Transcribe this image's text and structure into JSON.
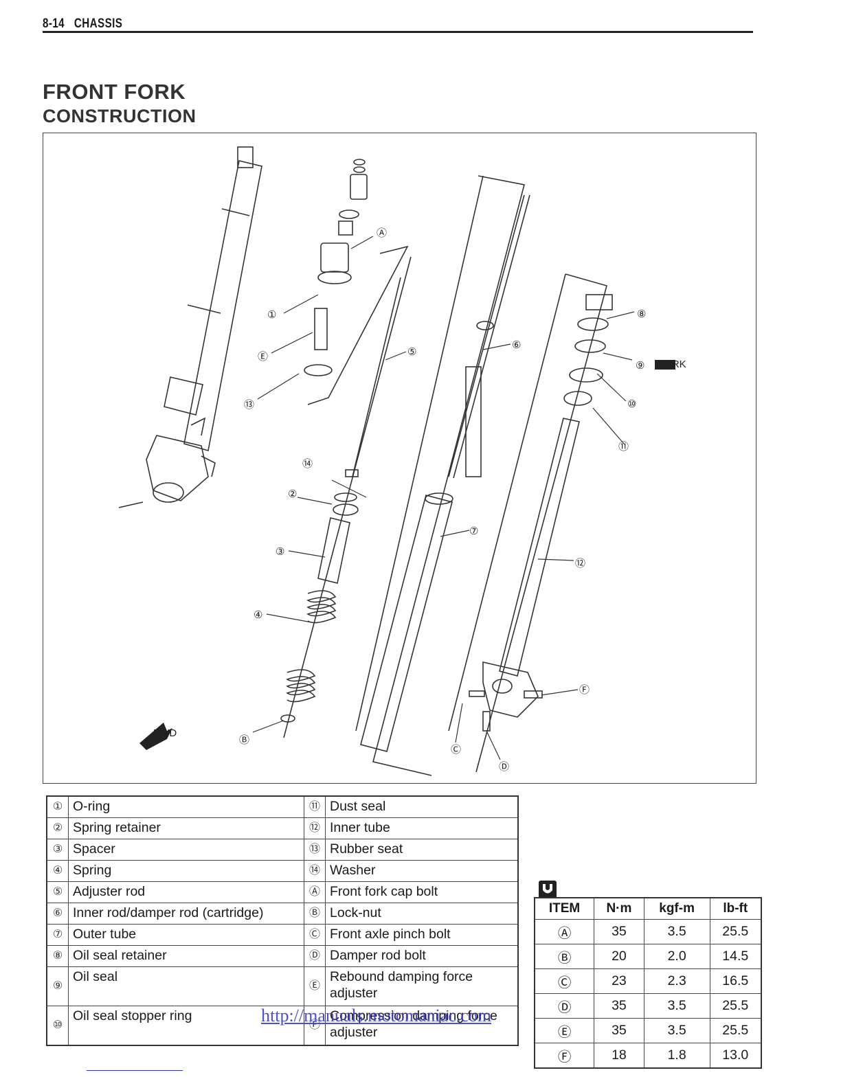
{
  "header": {
    "page": "8-14",
    "section": "CHASSIS"
  },
  "title": "FRONT FORK",
  "subtitle": "CONSTRUCTION",
  "diagram": {
    "callouts": [
      "①",
      "②",
      "③",
      "④",
      "⑤",
      "⑥",
      "⑦",
      "⑧",
      "⑨",
      "⑩",
      "⑪",
      "⑫",
      "⑬",
      "⑭",
      "Ⓐ",
      "Ⓑ",
      "Ⓒ",
      "Ⓓ",
      "Ⓔ",
      "Ⓕ"
    ],
    "fork_tag": "FORK",
    "fwd_tag": "FWD"
  },
  "parts": [
    {
      "n1": "①",
      "l1": "O-ring",
      "n2": "⑪",
      "l2": "Dust seal"
    },
    {
      "n1": "②",
      "l1": "Spring retainer",
      "n2": "⑫",
      "l2": "Inner tube"
    },
    {
      "n1": "③",
      "l1": "Spacer",
      "n2": "⑬",
      "l2": "Rubber seat"
    },
    {
      "n1": "④",
      "l1": "Spring",
      "n2": "⑭",
      "l2": "Washer"
    },
    {
      "n1": "⑤",
      "l1": "Adjuster rod",
      "n2": "Ⓐ",
      "l2": "Front fork cap bolt"
    },
    {
      "n1": "⑥",
      "l1": "Inner rod/damper rod (cartridge)",
      "n2": "Ⓑ",
      "l2": "Lock-nut"
    },
    {
      "n1": "⑦",
      "l1": "Outer tube",
      "n2": "Ⓒ",
      "l2": "Front axle pinch bolt"
    },
    {
      "n1": "⑧",
      "l1": "Oil seal retainer",
      "n2": "Ⓓ",
      "l2": "Damper rod bolt"
    },
    {
      "n1": "⑨",
      "l1": "Oil seal",
      "n2": "Ⓔ",
      "l2": "Rebound damping force adjuster"
    },
    {
      "n1": "⑩",
      "l1": "Oil seal stopper ring",
      "n2": "Ⓕ",
      "l2": "Compression damping force adjuster"
    }
  ],
  "torque": {
    "headers": [
      "ITEM",
      "N·m",
      "kgf-m",
      "lb-ft"
    ],
    "rows": [
      [
        "Ⓐ",
        "35",
        "3.5",
        "25.5"
      ],
      [
        "Ⓑ",
        "20",
        "2.0",
        "14.5"
      ],
      [
        "Ⓒ",
        "23",
        "2.3",
        "16.5"
      ],
      [
        "Ⓓ",
        "35",
        "3.5",
        "25.5"
      ],
      [
        "Ⓔ",
        "35",
        "3.5",
        "25.5"
      ],
      [
        "Ⓕ",
        "18",
        "1.8",
        "13.0"
      ]
    ]
  },
  "watermark": "http://manuals.motomaniac.com"
}
